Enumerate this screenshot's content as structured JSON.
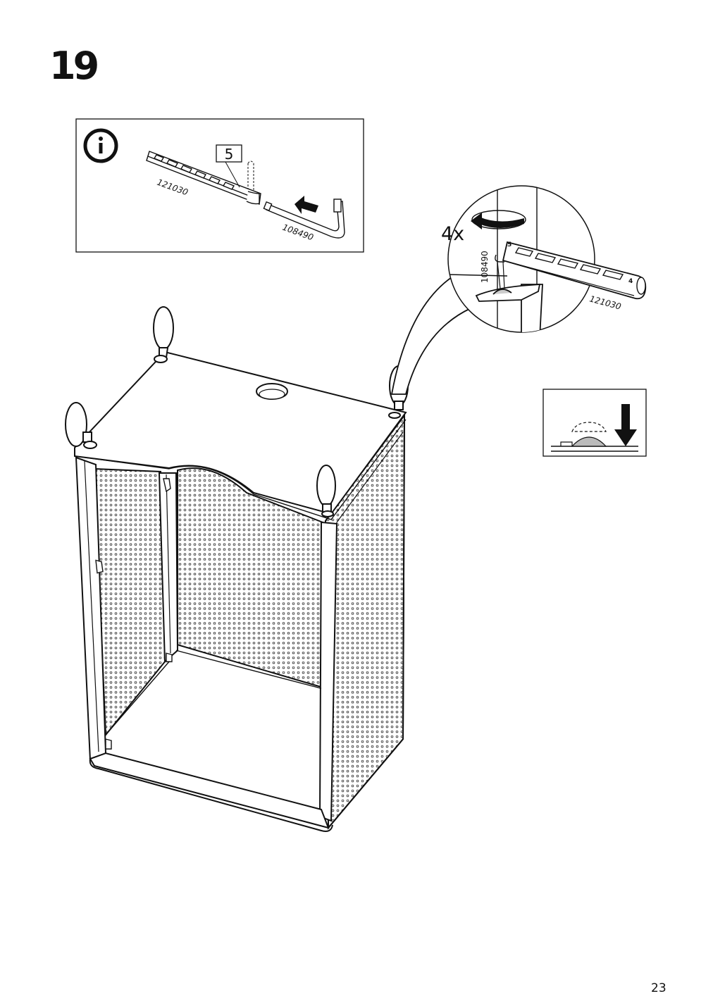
{
  "step": {
    "number": "19"
  },
  "info_panel": {
    "icon": "info-icon",
    "part_box_label": "5",
    "rail_part_no": "121030",
    "key_part_no": "108490"
  },
  "detail_circle": {
    "repeat_label": "4x",
    "key_part_no": "108490",
    "rail_part_no": "121030",
    "rail_marks": [
      "5",
      "4"
    ]
  },
  "page": {
    "number": "23"
  }
}
